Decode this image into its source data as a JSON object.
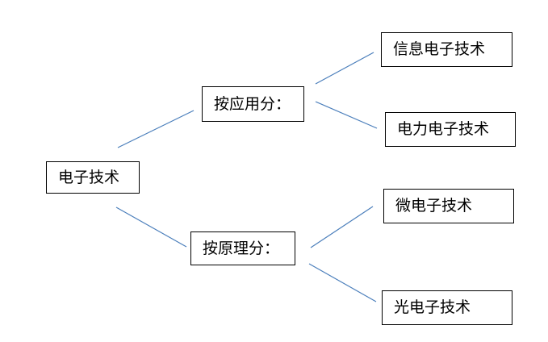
{
  "diagram": {
    "root": {
      "label": "电子技术"
    },
    "branches": [
      {
        "label": "按应用分：",
        "children": [
          {
            "label": "信息电子技术"
          },
          {
            "label": "电力电子技术"
          }
        ]
      },
      {
        "label": "按原理分：",
        "children": [
          {
            "label": "微电子技术"
          },
          {
            "label": "光电子技术"
          }
        ]
      }
    ],
    "colors": {
      "connector": "#4a7ebb",
      "box_border": "#000000",
      "text": "#000000",
      "background": "#ffffff"
    }
  }
}
